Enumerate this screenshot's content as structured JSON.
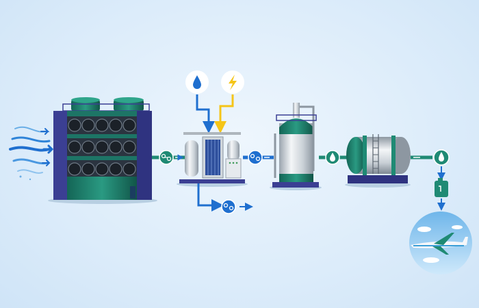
{
  "diagram": {
    "stages": [
      {
        "id": "air-intake",
        "icon": "wind-icon"
      },
      {
        "id": "direct-air-capture-unit",
        "icon": "dac-unit-icon"
      },
      {
        "id": "co2-flow-1",
        "icon": "co2-molecule-icon"
      },
      {
        "id": "water-input",
        "icon": "water-drop-icon"
      },
      {
        "id": "electricity-input",
        "icon": "lightning-icon"
      },
      {
        "id": "electrolyzer",
        "icon": "electrolyzer-icon"
      },
      {
        "id": "oxygen-output",
        "icon": "o2-molecule-icon"
      },
      {
        "id": "syngas-flow",
        "icon": "molecule-icon"
      },
      {
        "id": "synthesis-reactor",
        "icon": "reactor-tower-icon"
      },
      {
        "id": "fuel-flow-1",
        "icon": "fuel-drop-icon"
      },
      {
        "id": "storage-tank",
        "icon": "storage-tank-icon"
      },
      {
        "id": "fuel-flow-2",
        "icon": "fuel-drop-icon"
      },
      {
        "id": "jet-fuel-can",
        "icon": "fuel-can-icon"
      },
      {
        "id": "aircraft",
        "icon": "airplane-icon"
      }
    ],
    "colors": {
      "teal": "#1f8a74",
      "navy": "#3b3f93",
      "blue": "#1f6fcf",
      "yellow": "#f5c518",
      "sky": "#8fc8ef",
      "background": "#dcecfa"
    }
  }
}
